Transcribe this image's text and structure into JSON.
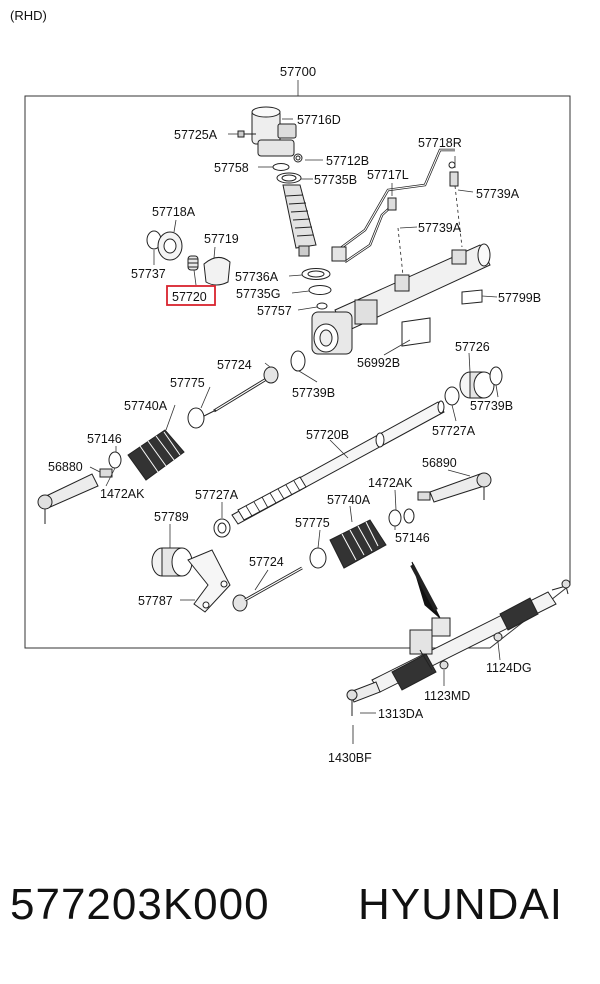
{
  "header": {
    "variant": "(RHD)"
  },
  "assembly_number": "57700",
  "highlight_color": "#d9232e",
  "parts": {
    "p57725A": "57725A",
    "p57716D": "57716D",
    "p57758": "57758",
    "p57712B": "57712B",
    "p57735B": "57735B",
    "p57718R": "57718R",
    "p57717L": "57717L",
    "p57739A_1": "57739A",
    "p57739A_2": "57739A",
    "p57718A": "57718A",
    "p57719": "57719",
    "p57737": "57737",
    "p57736A": "57736A",
    "p57720": "57720",
    "p57735G": "57735G",
    "p57799B": "57799B",
    "p57757": "57757",
    "p56992B": "56992B",
    "p57726": "57726",
    "p57739B_1": "57739B",
    "p57724_1": "57724",
    "p57775_1": "57775",
    "p57739B_2": "57739B",
    "p57740A_1": "57740A",
    "p57727A_1": "57727A",
    "p57146_1": "57146",
    "p57720B": "57720B",
    "p56880": "56880",
    "p1472AK_1": "1472AK",
    "p56890": "56890",
    "p1472AK_2": "1472AK",
    "p57727A_2": "57727A",
    "p57740A_2": "57740A",
    "p57789": "57789",
    "p57775_2": "57775",
    "p57146_2": "57146",
    "p57724_2": "57724",
    "p57787": "57787",
    "p1124DG": "1124DG",
    "p1123MD": "1123MD",
    "p1313DA": "1313DA",
    "p1430BF": "1430BF"
  },
  "footer": {
    "part_number": "577203K000",
    "brand": "HYUNDAI"
  }
}
